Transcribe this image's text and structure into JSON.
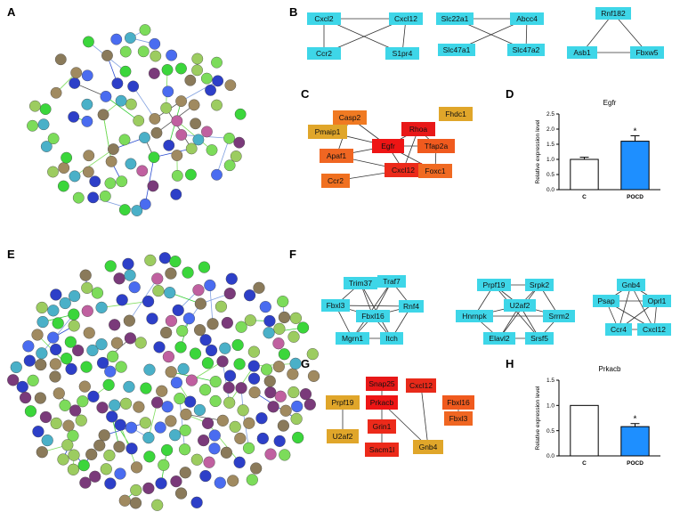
{
  "panels": {
    "A": {
      "letter": "A"
    },
    "B": {
      "letter": "B",
      "clusters": [
        {
          "nodes": [
            "Cxcl2",
            "Cxcl12",
            "Ccr2",
            "S1pr4"
          ]
        },
        {
          "nodes": [
            "Slc22a1",
            "Abcc4",
            "Slc47a1",
            "Slc47a2"
          ]
        },
        {
          "nodes": [
            "Rnf182",
            "Asb1",
            "Fbxw5"
          ]
        }
      ]
    },
    "C": {
      "letter": "C",
      "nodes": [
        "Fhdc1",
        "Casp2",
        "Rhoa",
        "Pmaip1",
        "Egfr",
        "Tfap2a",
        "Apaf1",
        "Cxcl12",
        "Foxc1",
        "Ccr2"
      ]
    },
    "D": {
      "letter": "D"
    },
    "E": {
      "letter": "E"
    },
    "F": {
      "letter": "F",
      "clusters": [
        {
          "nodes": [
            "Trim37",
            "Traf7",
            "Fbxl3",
            "Fbxl16",
            "Rnf4",
            "Mgrn1",
            "Itch"
          ]
        },
        {
          "nodes": [
            "Prpf19",
            "Srpk2",
            "U2af2",
            "Hnrnpk",
            "Srrm2",
            "Elavl2",
            "Srsf5"
          ]
        },
        {
          "nodes": [
            "Gnb4",
            "Psap",
            "Oprl1",
            "Ccr4",
            "Cxcl12"
          ]
        }
      ]
    },
    "G": {
      "letter": "G",
      "nodes": [
        "Snap25",
        "Cxcl12",
        "Prpf19",
        "Prkacb",
        "Fbxl16",
        "Grin1",
        "Fbxl3",
        "U2af2",
        "Gnb4",
        "Sacm1l"
      ]
    },
    "H": {
      "letter": "H"
    }
  },
  "chart_data": [
    {
      "type": "bar",
      "title": "Egfr",
      "ylabel": "Relative expression level",
      "categories": [
        "C",
        "POCD"
      ],
      "values": [
        1.0,
        1.6
      ],
      "errors": [
        0.07,
        0.18
      ],
      "ylim": [
        0.0,
        2.5
      ],
      "yticks": [
        "0.0",
        "0.5",
        "1.0",
        "1.5",
        "2.0",
        "2.5"
      ],
      "significance": [
        "",
        "*"
      ],
      "colors": [
        "#ffffff",
        "#1e8fff"
      ]
    },
    {
      "type": "bar",
      "title": "Prkacb",
      "ylabel": "Relative expression level",
      "categories": [
        "C",
        "POCD"
      ],
      "values": [
        1.0,
        0.58
      ],
      "errors": [
        0.0,
        0.06
      ],
      "ylim": [
        0.0,
        1.5
      ],
      "yticks": [
        "0.0",
        "0.5",
        "1.0",
        "1.5"
      ],
      "significance": [
        "",
        "*"
      ],
      "colors": [
        "#ffffff",
        "#1e8fff"
      ]
    }
  ]
}
